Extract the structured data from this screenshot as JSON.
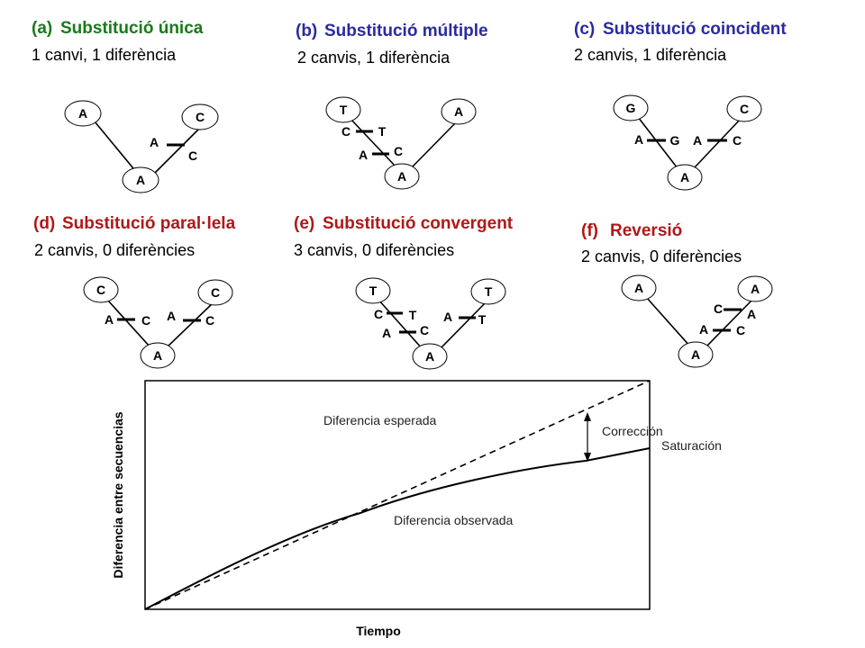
{
  "panels": {
    "a": {
      "prefix": "(a)",
      "title": "Substitució única",
      "subtitle": "1 canvi, 1 diferència",
      "color": "#1a7a1a",
      "root": "A",
      "left_leaf": "A",
      "right_leaf": "C",
      "m1_from": "A",
      "m1_to": "C"
    },
    "b": {
      "prefix": "(b)",
      "title": "Substitució múltiple",
      "subtitle": "2 canvis, 1 diferència",
      "color": "#1a7a1a",
      "root": "A",
      "left_leaf": "T",
      "right_leaf": "A",
      "m1_from": "C",
      "m1_to": "T",
      "m2_from": "A",
      "m2_to": "C"
    },
    "c": {
      "prefix": "(c)",
      "title": "Substitució coincident",
      "subtitle": "2 canvis, 1 diferència",
      "color": "#2a2aa0",
      "root": "A",
      "left_leaf": "G",
      "right_leaf": "C",
      "m1_from": "A",
      "m1_to": "G",
      "m2_from": "A",
      "m2_to": "C"
    },
    "d": {
      "prefix": "(d)",
      "title": "Substitució paral·lela",
      "subtitle": "2 canvis, 0 diferències",
      "color": "#b01818",
      "root": "A",
      "left_leaf": "C",
      "right_leaf": "C",
      "m1_from": "A",
      "m1_to": "C",
      "m2_from": "A",
      "m2_to": "C"
    },
    "e": {
      "prefix": "(e)",
      "title": "Substitució convergent",
      "subtitle": "3 canvis, 0 diferències",
      "color": "#b01818",
      "root": "A",
      "left_leaf": "T",
      "right_leaf": "T",
      "m1_from": "C",
      "m1_to": "T",
      "m2_from": "A",
      "m2_to": "C",
      "m3_from": "A",
      "m3_to": "T"
    },
    "f": {
      "prefix": "(f)",
      "title": "Reversió",
      "subtitle": "2 canvis, 0 diferències",
      "color": "#b01818",
      "root": "A",
      "left_leaf": "A",
      "right_leaf": "A",
      "m1_from": "C",
      "m1_to": "A",
      "m2_from": "A",
      "m2_to": "C"
    }
  },
  "graph": {
    "ylabel": "Diferencia entre secuencias",
    "xlabel": "Tiempo",
    "expected_label": "Diferencia  esperada",
    "observed_label": "Diferencia  observada",
    "correction_label": "Corrección",
    "saturation_label": "Saturación"
  }
}
